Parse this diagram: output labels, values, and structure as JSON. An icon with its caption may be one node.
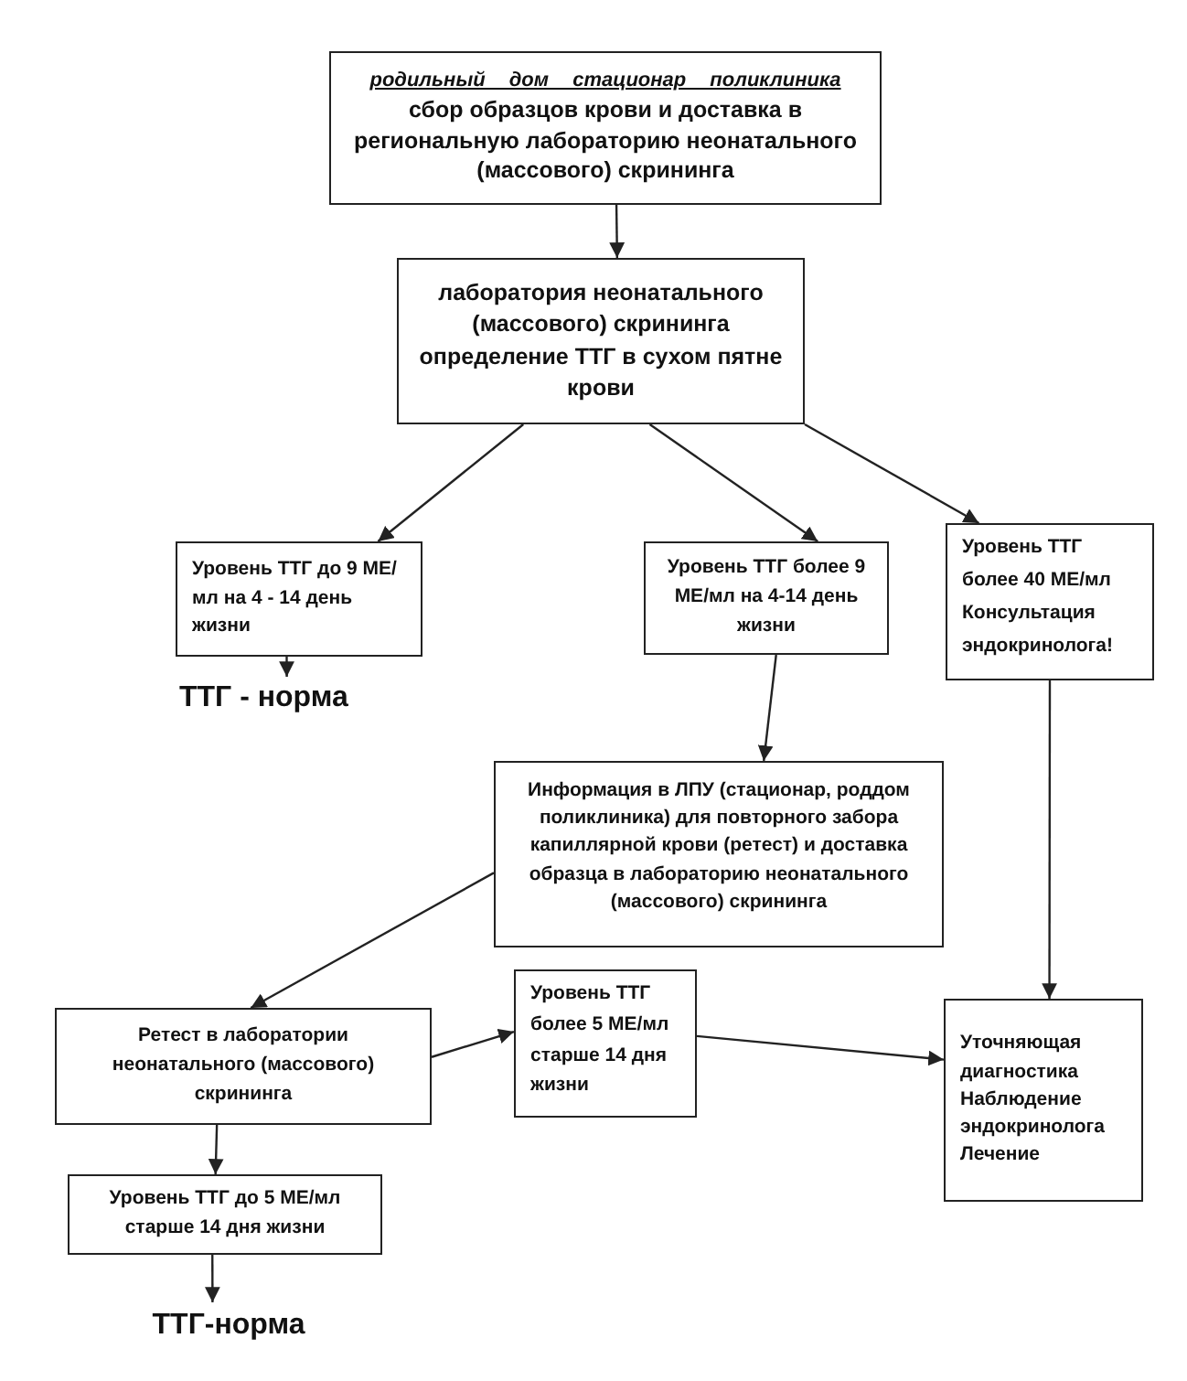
{
  "diagram": {
    "nodes": [
      {
        "text": [
          "родильный дом стационар поликлиника",
          "сбор образцов крови и доставка в региональную лабораторию неонатального (массового) скрининга"
        ]
      },
      {
        "text": [
          "лаборатория неонатального (массового) скрининга определение ТТГ в сухом пятне крови"
        ]
      },
      {
        "text": [
          "Уровень ТТГ до 9 МЕ/мл на 4 - 14 день жизни"
        ]
      },
      {
        "text": [
          "ТТГ - норма"
        ]
      },
      {
        "text": [
          "Уровень ТТГ более 9 МЕ/мл на 4-14 день жизни"
        ]
      },
      {
        "text": [
          "Уровень ТТГ более 40 МЕ/мл Консультация эндокринолога!"
        ]
      },
      {
        "text": [
          "Информация в ЛПУ (стационар, роддом поликлиника) для повторного забора капиллярной крови (ретест) и доставка образца в лабораторию неонатального (массового) скрининга"
        ]
      },
      {
        "text": [
          "Ретест в лаборатории неонатального (массового) скрининга"
        ]
      },
      {
        "text": [
          "Уровень ТТГ более 5 МЕ/мл старше 14 дня жизни"
        ]
      },
      {
        "text": [
          "Уточняющая диагностика Наблюдение эндокринолога Лечение"
        ]
      },
      {
        "text": [
          "Уровень ТТГ до 5 МЕ/мл старше 14 дня жизни"
        ]
      },
      {
        "text": [
          "ТТГ-норма"
        ]
      }
    ],
    "edges": [
      {
        "from": 0,
        "to": 1,
        "arrow": "to"
      },
      {
        "from": 1,
        "to": 2,
        "arrow": "to"
      },
      {
        "from": 1,
        "to": 4,
        "arrow": "to"
      },
      {
        "from": 1,
        "to": 5,
        "arrow": "to"
      },
      {
        "from": 2,
        "to": 3,
        "arrow": "to"
      },
      {
        "from": 4,
        "to": 6,
        "arrow": "to"
      },
      {
        "from": 5,
        "to": 9,
        "arrow": "to"
      },
      {
        "from": 6,
        "to": 7,
        "arrow": "to"
      },
      {
        "from": 7,
        "to": 8,
        "arrow": "to"
      },
      {
        "from": 8,
        "to": 9,
        "arrow": "to"
      },
      {
        "from": 7,
        "to": 10,
        "arrow": "to"
      },
      {
        "from": 10,
        "to": 11,
        "arrow": "to"
      }
    ]
  }
}
